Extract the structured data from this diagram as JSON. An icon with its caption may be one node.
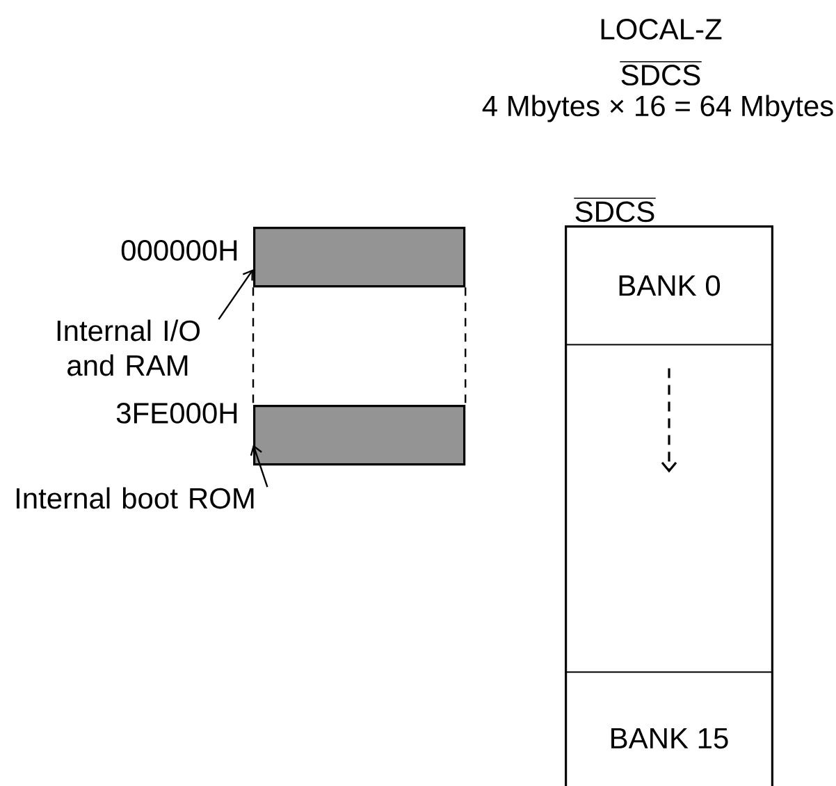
{
  "diagram": {
    "nodes": [
      {
        "text": [
          "Internal I/O and RAM"
        ]
      },
      {
        "text": [],
        "shape": "bar"
      },
      {
        "text": [
          "Internal boot ROM"
        ]
      },
      {
        "text": [],
        "shape": "bar"
      },
      {
        "text": [
          "SDCS"
        ]
      },
      {
        "text": [
          "BANK 0"
        ],
        "in": 4
      },
      {
        "text": [],
        "shape": "box",
        "in": 4
      },
      {
        "text": [
          "BANK 15"
        ],
        "in": 4
      }
    ],
    "edges": [
      {
        "from": 0,
        "to": 1,
        "arrow": "to"
      },
      {
        "from": 2,
        "to": 3,
        "arrow": "to"
      },
      {
        "from": 1,
        "to": 3,
        "arrow": "none",
        "style": "dashed"
      },
      {
        "from": 1,
        "to": 3,
        "arrow": "none",
        "style": "dashed"
      }
    ],
    "labels": [
      "LOCAL-Z",
      "SDCS",
      "4 Mbytes × 16 = 64 Mbytes",
      "000000H",
      "3FE000H"
    ]
  }
}
